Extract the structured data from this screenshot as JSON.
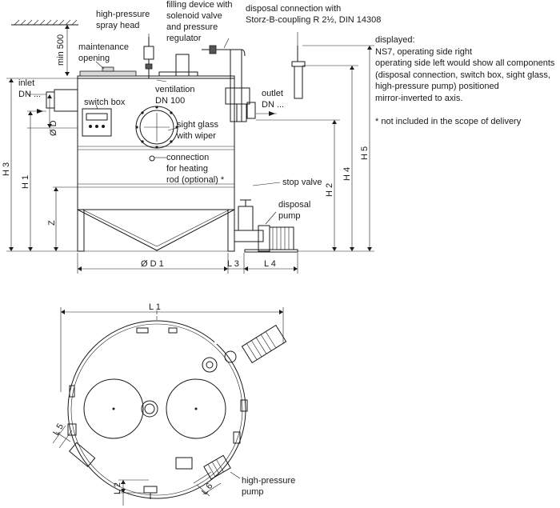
{
  "labels": {
    "high_pressure_spray_head": [
      "high-pressure",
      "spray head"
    ],
    "filling_device": [
      "filling device with",
      "solenoid valve",
      "and pressure",
      "regulator"
    ],
    "disposal_connection": [
      "disposal connection with",
      "Storz-B-coupling R 2½, DIN 14308"
    ],
    "maintenance_opening": [
      "maintenance",
      "opening"
    ],
    "min_500": "min 500",
    "inlet": [
      "inlet",
      "DN ..."
    ],
    "ventilation": [
      "ventilation",
      "DN 100"
    ],
    "outlet": [
      "outlet",
      "DN ..."
    ],
    "switch_box": "switch box",
    "sight_glass": [
      "sight glass",
      "with wiper"
    ],
    "connection_heating": [
      "connection",
      "for heating",
      "rod (optional) *"
    ],
    "stop_valve": "stop valve",
    "disposal_pump": [
      "disposal",
      "pump"
    ],
    "high_pressure_pump": [
      "high-pressure",
      "pump"
    ]
  },
  "dimensions": {
    "phi_d": "Ø D",
    "h3": "H 3",
    "h1": "H 1",
    "z": "Z",
    "h2": "H 2",
    "h4": "H 4",
    "h5": "H 5",
    "phi_d1": "Ø D 1",
    "l3": "L 3",
    "l4": "L 4",
    "l1": "L 1",
    "l5": "L 5",
    "l2": "L 2",
    "l6": "L 6"
  },
  "notes": {
    "displayed": "displayed:",
    "ns7_line": "NS7, operating side right",
    "mirror_lines": [
      "operating side left would show all components",
      "(disposal connection, switch box, sight glass,",
      "high-pressure pump) positioned",
      "mirror-inverted to axis."
    ],
    "footnote": "* not included in the scope of delivery"
  }
}
